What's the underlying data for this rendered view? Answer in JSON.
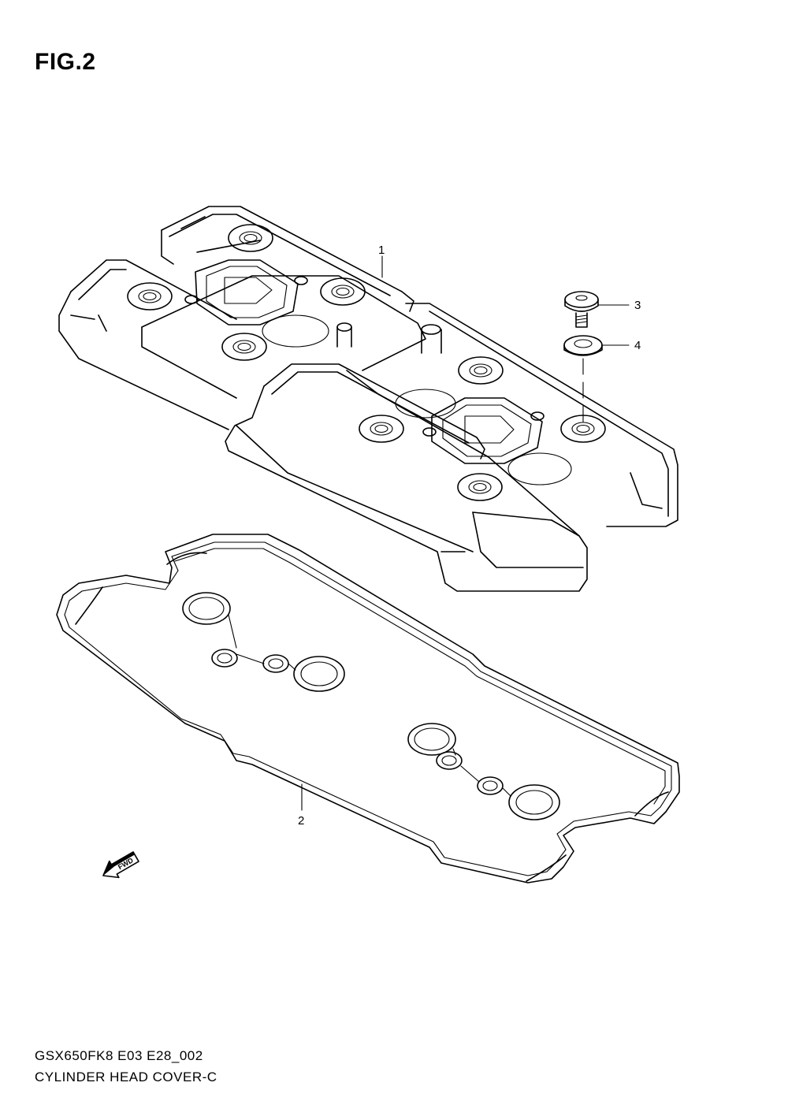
{
  "figure": {
    "title": "FIG.2"
  },
  "callouts": [
    {
      "part_number": "1"
    },
    {
      "part_number": "2"
    },
    {
      "part_number": "3"
    },
    {
      "part_number": "4"
    }
  ],
  "direction_arrow": {
    "label": "FWD",
    "icon": "forward-arrow-icon"
  },
  "footer": {
    "model_code": "GSX650FK8 E03 E28_002",
    "diagram_name": "CYLINDER HEAD COVER-C"
  }
}
